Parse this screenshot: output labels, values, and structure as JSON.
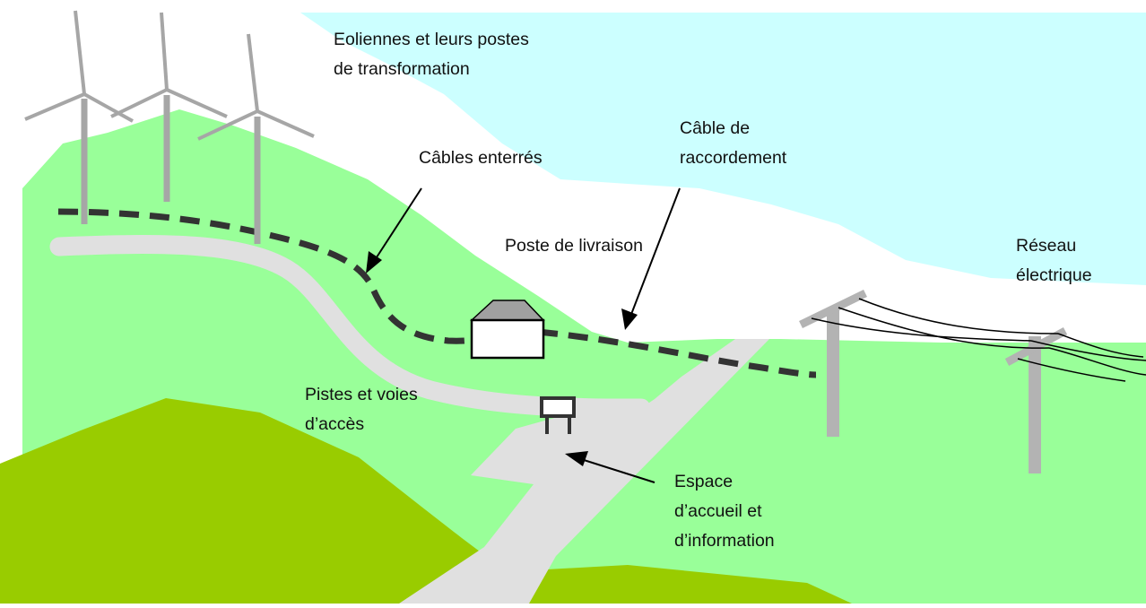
{
  "diagram": {
    "labels": {
      "eoliennes": [
        "Eoliennes et leurs postes",
        "de transformation"
      ],
      "cables_enterres": [
        "Câbles enterrés"
      ],
      "cable_raccordement": [
        "Câble de",
        "raccordement"
      ],
      "poste_livraison": [
        "Poste de livraison"
      ],
      "reseau": [
        "Réseau",
        "électrique"
      ],
      "pistes": [
        "Pistes et voies",
        "d’accès"
      ],
      "espace": [
        "Espace",
        "d’accueil et",
        "d’information"
      ]
    },
    "colors": {
      "sky": "#ccffff",
      "light_green": "#99ff99",
      "dark_green": "#99cc00",
      "road": "#e0e0e0",
      "turbine": "#a6a6a6",
      "pylon": "#b3b3b3",
      "cable": "#333333",
      "building_roof": "#a0a0a0",
      "building_wall": "#ffffff"
    }
  }
}
